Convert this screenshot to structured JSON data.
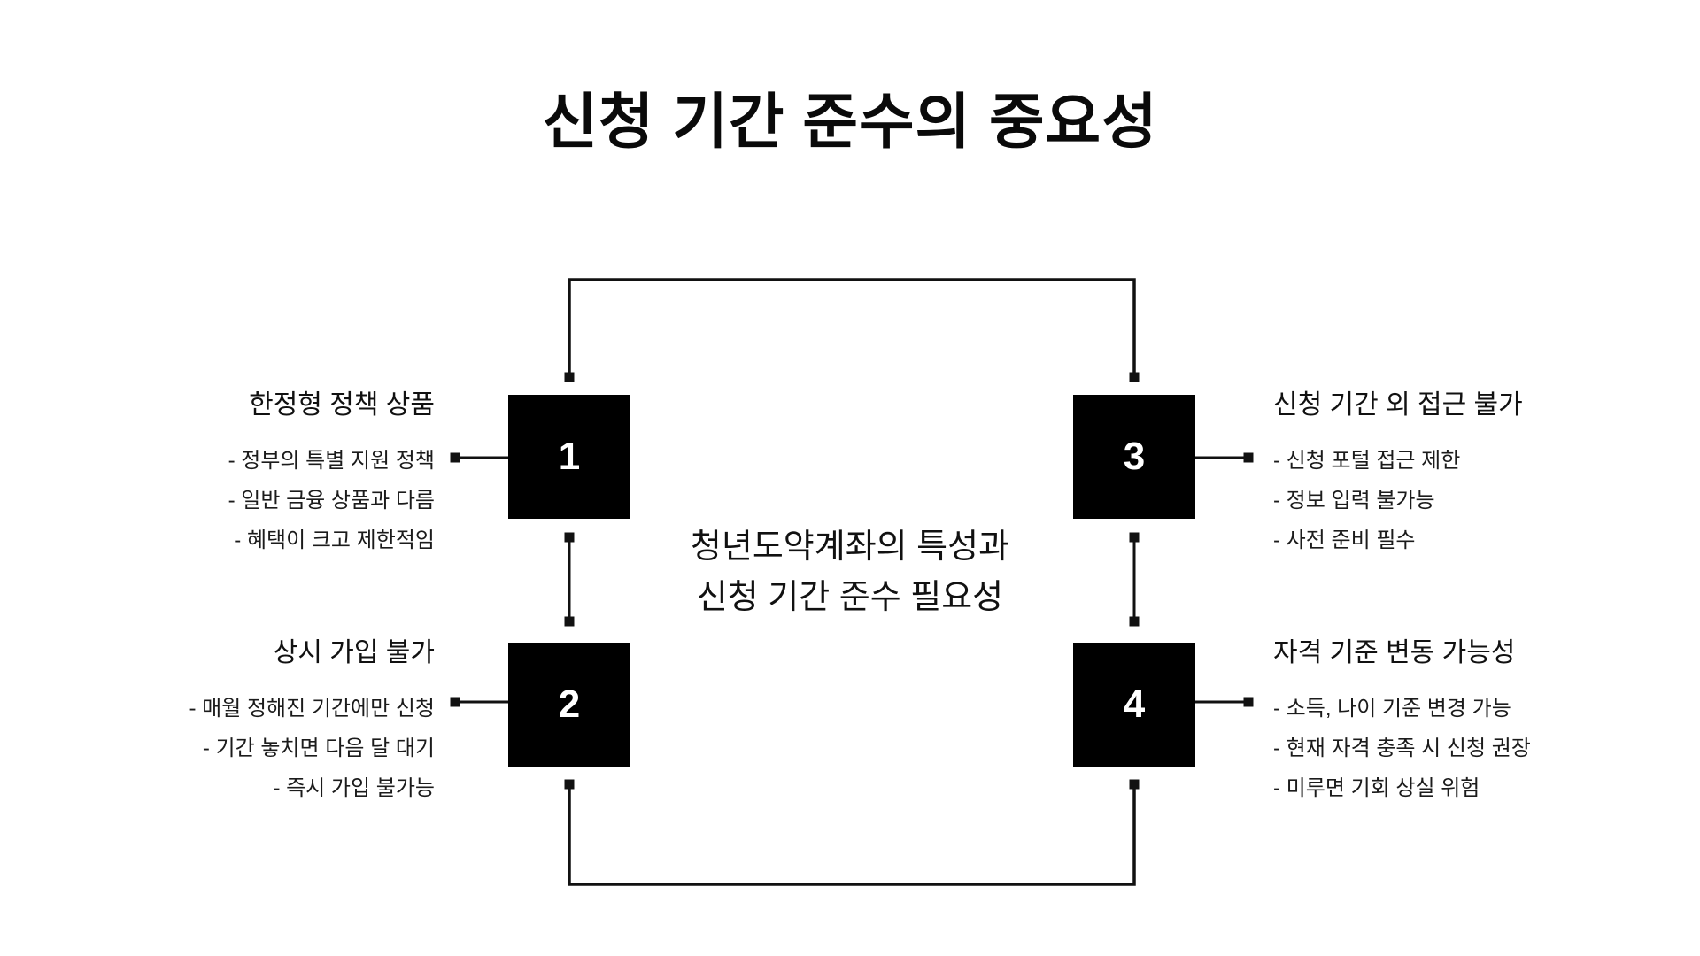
{
  "title": "신청 기간 준수의 중요성",
  "center_caption": {
    "line1": "청년도약계좌의 특성과",
    "line2": "신청 기간 준수 필요성"
  },
  "nodes": [
    {
      "number": "1",
      "heading": "한정형 정책 상품",
      "bullets": [
        "- 정부의 특별 지원 정책",
        "- 일반 금융 상품과 다름",
        "- 혜택이 크고 제한적임"
      ]
    },
    {
      "number": "2",
      "heading": "상시 가입 불가",
      "bullets": [
        "- 매월 정해진 기간에만 신청",
        "- 기간 놓치면 다음 달 대기",
        "- 즉시 가입 불가능"
      ]
    },
    {
      "number": "3",
      "heading": "신청 기간 외 접근 불가",
      "bullets": [
        "- 신청 포털 접근 제한",
        "- 정보 입력 불가능",
        "- 사전 준비 필수"
      ]
    },
    {
      "number": "4",
      "heading": "자격 기준 변동 가능성",
      "bullets": [
        "- 소득, 나이 기준 변경 가능",
        "- 현재 자격 충족 시 신청 권장",
        "- 미루면 기회 상실 위험"
      ]
    }
  ],
  "colors": {
    "background": "#ffffff",
    "box_background": "#000000",
    "box_number": "#ffffff",
    "line": "#111111",
    "text": "#111111"
  }
}
